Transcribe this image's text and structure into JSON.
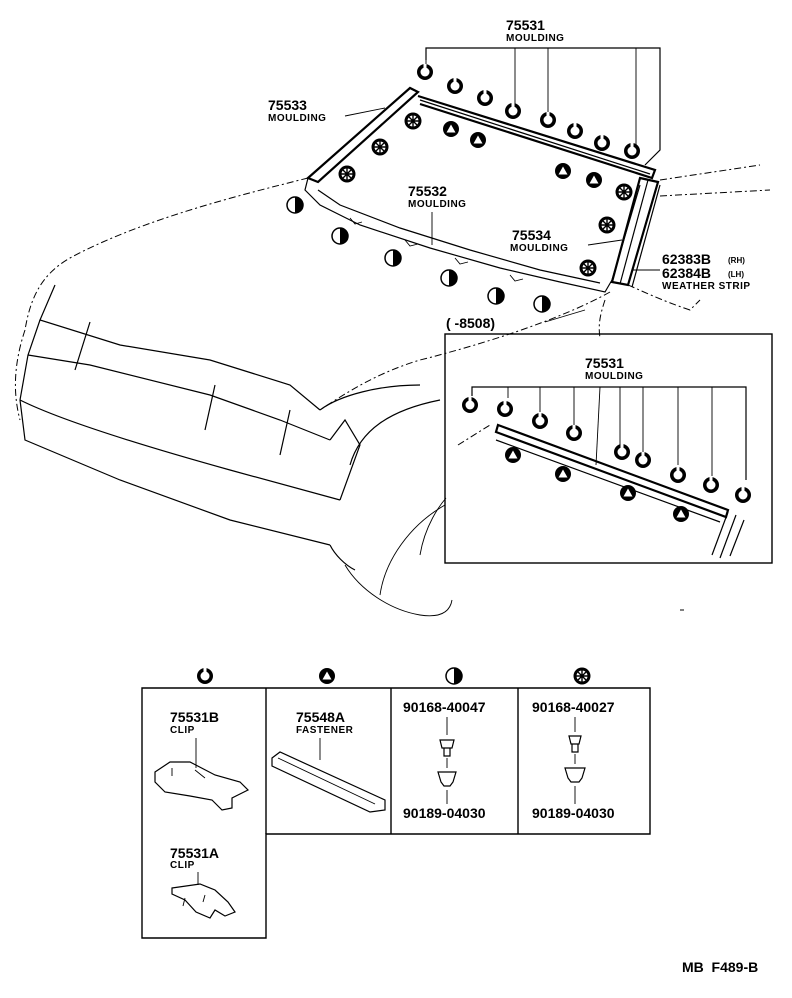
{
  "parts": {
    "p75531": {
      "number": "75531",
      "name": "MOULDING"
    },
    "p75533": {
      "number": "75533",
      "name": "MOULDING"
    },
    "p75532": {
      "number": "75532",
      "name": "MOULDING"
    },
    "p75534": {
      "number": "75534",
      "name": "MOULDING"
    },
    "p62383B": {
      "number": "62383B",
      "side": "(RH)"
    },
    "p62384B": {
      "number": "62384B",
      "side": "(LH)",
      "name": "WEATHER STRIP"
    }
  },
  "inset": {
    "range": "( -8508)",
    "part_number": "75531",
    "part_name": "MOULDING"
  },
  "legend": {
    "clip_75531B": {
      "number": "75531B",
      "name": "CLIP"
    },
    "clip_75531A": {
      "number": "75531A",
      "name": "CLIP"
    },
    "fastener_75548A": {
      "number": "75548A",
      "name": "FASTENER"
    },
    "half_screw": "90168-40047",
    "half_grommet": "90189-04030",
    "star_screw": "90168-40027",
    "star_grommet": "90189-04030"
  },
  "footer": {
    "code": "MB  F489-B"
  },
  "icons": [
    "clip-symbol-icon",
    "triangle-symbol-icon",
    "half-circle-symbol-icon",
    "star-symbol-icon"
  ]
}
